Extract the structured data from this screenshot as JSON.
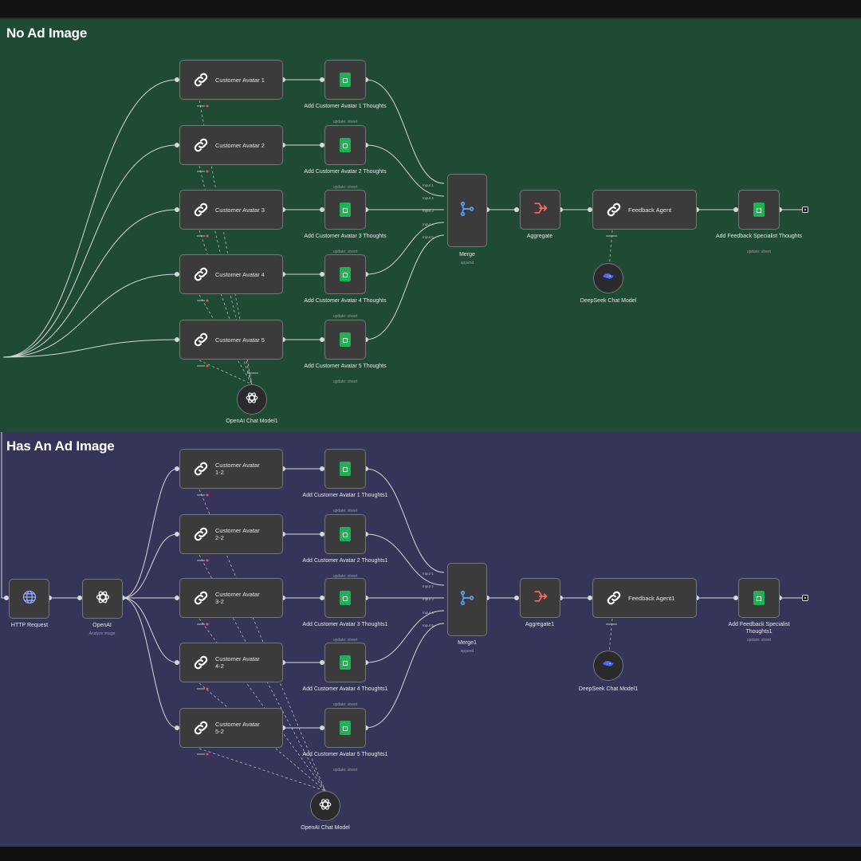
{
  "sections": {
    "top": {
      "title": "No Ad Image"
    },
    "bottom": {
      "title": "Has An Ad Image"
    }
  },
  "top": {
    "avatars": [
      {
        "label": "Customer Avatar 1",
        "sheet": "Add Customer Avatar 1 Thoughts"
      },
      {
        "label": "Customer Avatar 2",
        "sheet": "Add Customer Avatar 2 Thoughts"
      },
      {
        "label": "Customer Avatar 3",
        "sheet": "Add Customer Avatar 3 Thoughts"
      },
      {
        "label": "Customer Avatar 4",
        "sheet": "Add Customer Avatar 4 Thoughts"
      },
      {
        "label": "Customer Avatar 5",
        "sheet": "Add Customer Avatar 5 Thoughts"
      }
    ],
    "merge": {
      "label": "Merge",
      "sub": "append"
    },
    "aggregate": {
      "label": "Aggregate"
    },
    "agent": {
      "label": "Feedback Agent"
    },
    "final_sheet": {
      "label": "Add Feedback Specialist Thoughts",
      "sub": "update: sheet"
    },
    "sheet_sub": "update: sheet",
    "deepseek": {
      "label": "DeepSeek Chat Model"
    },
    "openai_model": {
      "label": "OpenAI Chat Model1"
    }
  },
  "bottom": {
    "http": {
      "label": "HTTP Request"
    },
    "openai": {
      "label": "OpenAI",
      "sub": "Analyze image"
    },
    "avatars": [
      {
        "label": "Customer Avatar 1-2",
        "sheet": "Add Customer Avatar 1 Thoughts1"
      },
      {
        "label": "Customer Avatar 2-2",
        "sheet": "Add Customer Avatar 2 Thoughts1"
      },
      {
        "label": "Customer Avatar 3-2",
        "sheet": "Add Customer Avatar 3 Thoughts1"
      },
      {
        "label": "Customer Avatar 4-2",
        "sheet": "Add Customer Avatar 4 Thoughts1"
      },
      {
        "label": "Customer Avatar 5-2",
        "sheet": "Add Customer Avatar 5 Thoughts1"
      }
    ],
    "merge": {
      "label": "Merge1",
      "sub": "append"
    },
    "aggregate": {
      "label": "Aggregate1"
    },
    "agent": {
      "label": "Feedback Agent1"
    },
    "final_sheet": {
      "label": "Add Feedback Specialist Thoughts1",
      "sub": "update: sheet"
    },
    "sheet_sub": "update: sheet",
    "deepseek": {
      "label": "DeepSeek Chat Model1"
    },
    "openai_model": {
      "label": "OpenAI Chat Model"
    }
  },
  "merge_inputs": [
    "Input 1",
    "Input 2",
    "Input 3",
    "Input 4",
    "Input 5"
  ],
  "colors": {
    "top_bg": "#1f4a33",
    "bottom_bg": "#37345a",
    "node_bg": "#3b3b3c",
    "sheets_green": "#22b055",
    "aggregate_red": "#ff6d5a",
    "merge_blue": "#5aa6ff",
    "deepseek_blue": "#4d6bfe"
  },
  "icons": {
    "agent": "link-icon",
    "sheet": "google-sheets-icon",
    "merge": "merge-icon",
    "aggregate": "aggregate-icon",
    "http": "globe-icon",
    "openai": "openai-icon",
    "deepseek": "deepseek-icon"
  }
}
